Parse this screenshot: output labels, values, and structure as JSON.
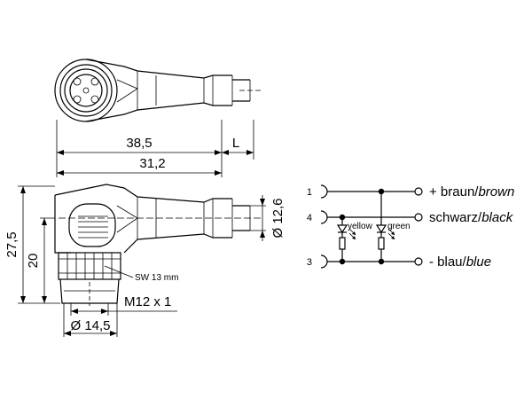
{
  "dimensions": {
    "length_total": "38,5",
    "length_cable": "L",
    "length_body": "31,2",
    "height_total": "27,5",
    "height_body": "20",
    "cable_diameter": "Ø 12,6",
    "wrench_size": "SW 13 mm",
    "thread": "M12 x 1",
    "nut_diameter": "Ø 14,5"
  },
  "schematic": {
    "pins": [
      "1",
      "4",
      "3"
    ],
    "led_labels": {
      "yellow": "yellow",
      "green": "green"
    },
    "wires": [
      {
        "sign": "+ braun/",
        "name": "brown"
      },
      {
        "sign": "schwarz/",
        "name": "black"
      },
      {
        "sign": "- blau/",
        "name": "blue"
      }
    ]
  }
}
